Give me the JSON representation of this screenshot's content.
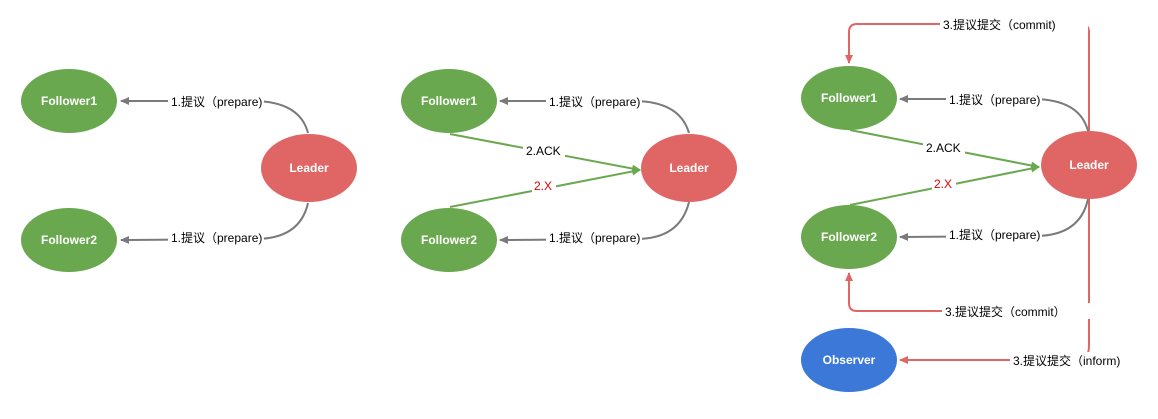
{
  "colors": {
    "follower": "#6aa84f",
    "leader": "#e06666",
    "observer": "#3c78d8",
    "grey_arrow": "#7a7a7a",
    "green_arrow": "#6aa84f",
    "red_arrow": "#e06666",
    "red_text": "#e00000"
  },
  "nodes": {
    "follower1": "Follower1",
    "follower2": "Follower2",
    "leader": "Leader",
    "observer": "Observer"
  },
  "edges": {
    "prepare": "1.提议（prepare)",
    "ack": "2.ACK",
    "x": "2.X",
    "commit": "3.提议提交（commit)",
    "commit_paren": "3.提议提交（commit）",
    "inform": "3.提议提交（inform)"
  }
}
